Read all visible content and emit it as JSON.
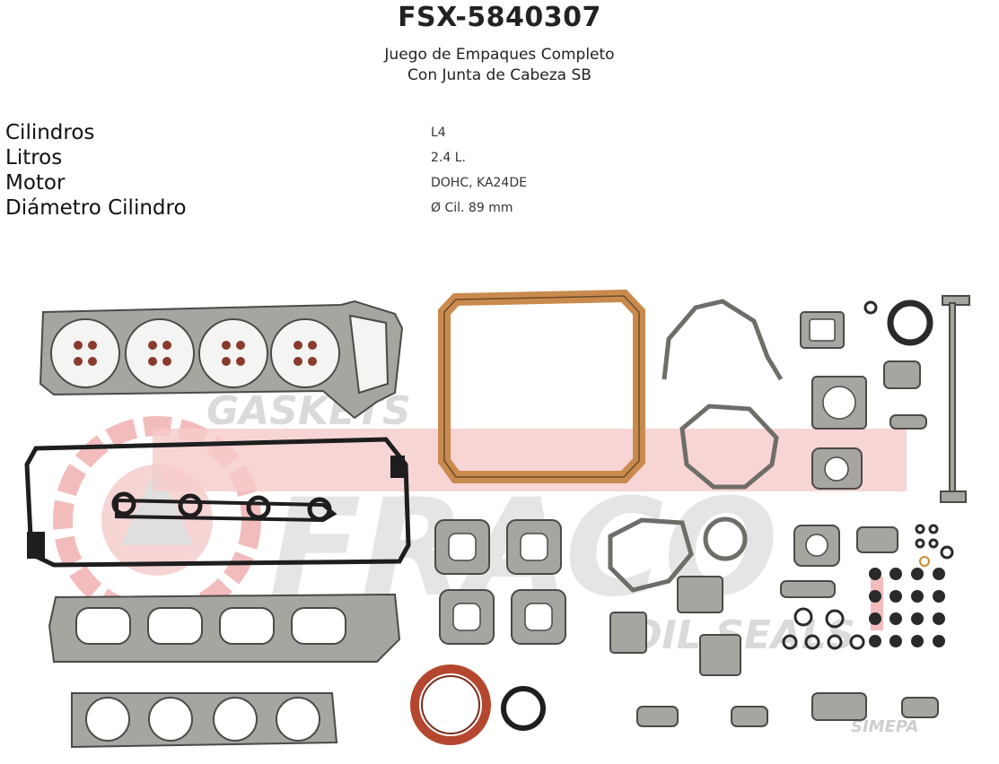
{
  "product": {
    "code": "FSX-5840307",
    "description_line1": "Juego de Empaques Completo",
    "description_line2": "Con Junta de Cabeza SB"
  },
  "specs": [
    {
      "label": "Cilindros",
      "value": "L4"
    },
    {
      "label": "Litros",
      "value": "2.4 L."
    },
    {
      "label": "Motor",
      "value": "DOHC, KA24DE"
    },
    {
      "label": "Diámetro Cilindro",
      "value": "Ø Cil. 89 mm"
    }
  ],
  "watermark": {
    "top": "GASKETS",
    "brand": "FRACO",
    "bottom": "OIL SEALS",
    "corner": "SIMEPA"
  },
  "colors": {
    "gasket_gray": "#9b9a96",
    "gasket_outline": "#4a4a48",
    "cork": "#c98a4e",
    "seal_red": "#b5472f",
    "watermark_red": "#f2b5b5",
    "watermark_gray": "#d9d9d9"
  }
}
